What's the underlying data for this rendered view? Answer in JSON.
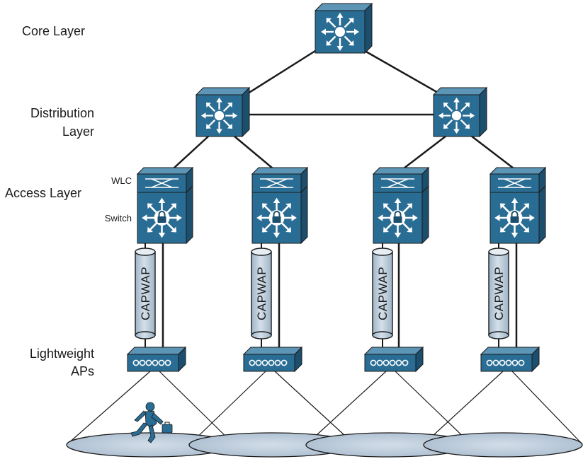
{
  "layers": {
    "core": "Core Layer",
    "distribution_line1": "Distribution",
    "distribution_line2": "Layer",
    "access": "Access Layer",
    "wlc": "WLC",
    "switch": "Switch",
    "lightweight_line1": "Lightweight",
    "lightweight_line2": "APs"
  },
  "tunnel_label": "CAPWAP",
  "colors": {
    "device_face": "#2a6d94",
    "device_top": "#5d95b6",
    "device_side": "#1c4f6e",
    "tunnel_fill": "#b9cad8",
    "coverage_fill": "#b8c6d6",
    "line": "#1a1a1a",
    "person": "#2a6d94"
  },
  "icons": {
    "core_switch": "multilayer-switch-icon",
    "distribution_switch": "multilayer-switch-icon",
    "access_switch": "secure-switch-icon",
    "wlc": "wireless-lan-controller-icon",
    "ap": "lightweight-ap-icon",
    "user": "running-person-icon"
  }
}
